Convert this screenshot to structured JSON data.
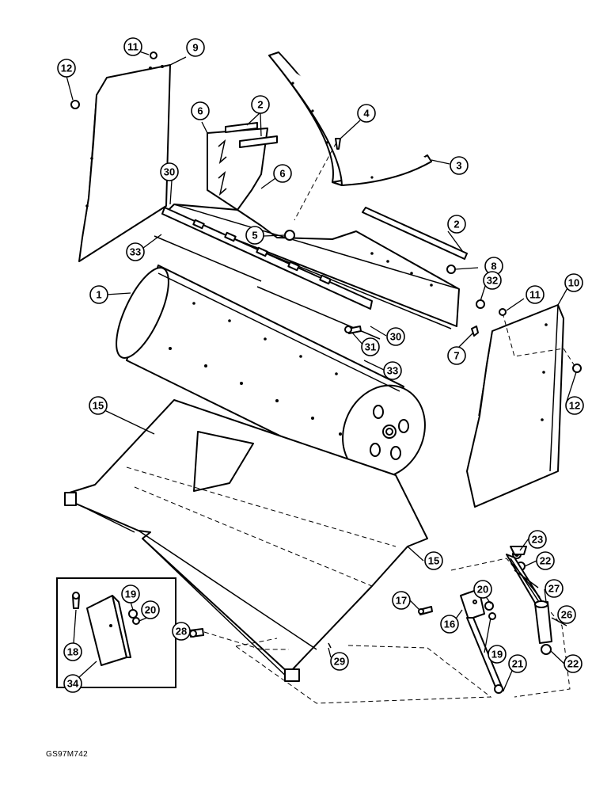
{
  "drawing_code": "GS97M742",
  "callouts": [
    "1",
    "2",
    "3",
    "4",
    "5",
    "6",
    "7",
    "8",
    "9",
    "10",
    "11",
    "12",
    "15",
    "16",
    "17",
    "18",
    "19",
    "20",
    "21",
    "22",
    "23",
    "26",
    "27",
    "28",
    "29",
    "30",
    "31",
    "32",
    "33",
    "34"
  ]
}
